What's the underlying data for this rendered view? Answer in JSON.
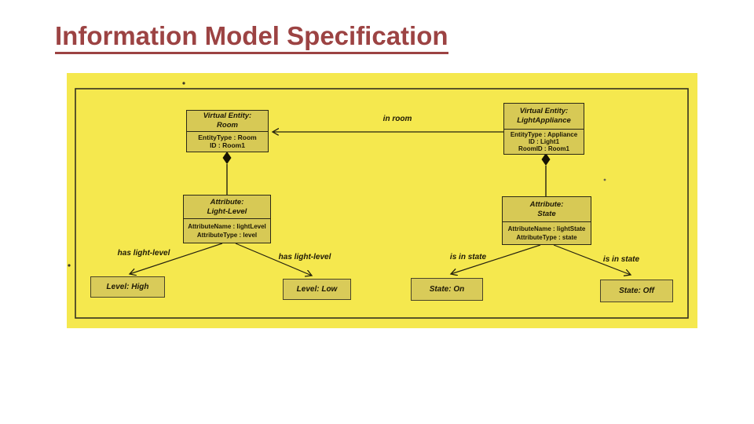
{
  "title": "Information Model Specification",
  "colors": {
    "title_accent": "#9c4343",
    "panel_background": "#f5e84e",
    "box_fill": "#d7c955",
    "line_color": "#24210f"
  },
  "diagram": {
    "boxes": [
      {
        "header1": "Virtual Entity:",
        "header2": "Room",
        "lines": [
          "EntityType : Room",
          "ID : Room1"
        ]
      },
      {
        "header1": "Virtual Entity:",
        "header2": "LightAppliance",
        "lines": [
          "EntityType : Appliance",
          "ID : Light1",
          "RoomID : Room1"
        ]
      },
      {
        "header1": "Attribute:",
        "header2": "Light-Level",
        "lines": [
          "AttributeName : lightLevel",
          "AttributeType : level"
        ]
      },
      {
        "header1": "Attribute:",
        "header2": "State",
        "lines": [
          "AttributeName : lightState",
          "AttributeType : state"
        ]
      }
    ],
    "edge_labels": {
      "in_room": "in room",
      "has_light_level_left": "has light-level",
      "has_light_level_right": "has light-level",
      "is_in_state_left": "is in state",
      "is_in_state_right": "is in state"
    },
    "value_boxes": [
      "Level: High",
      "Level: Low",
      "State: On",
      "State: Off"
    ]
  }
}
